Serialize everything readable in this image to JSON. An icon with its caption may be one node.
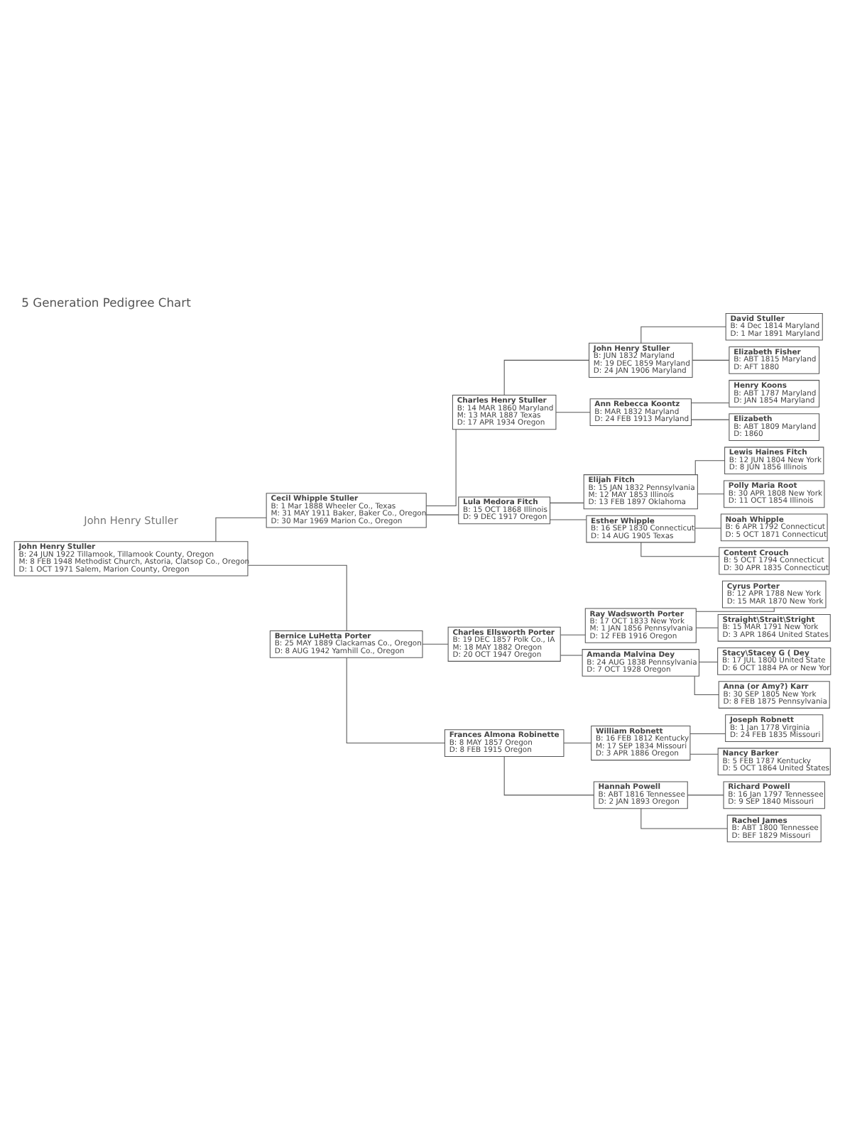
{
  "diagram": {
    "title": "5 Generation Pedigree Chart",
    "nodes": [
      {
        "text": [
          "John Henry Stuller",
          "B: 24 JUN 1922 Tillamook, Tillamook County, Oregon",
          "M: 8 FEB 1948 Methodist Church, Astoria, Clatsop Co., Oregon",
          "D: 1 OCT 1971 Salem, Marion County, Oregon"
        ]
      },
      {
        "text": [
          "Cecil Whipple Stuller",
          "B: 1 Mar 1888 Wheeler Co., Texas",
          "M: 31 MAY 1911 Baker, Baker Co., Oregon",
          "D: 30 Mar 1969 Marion Co., Oregon"
        ]
      },
      {
        "text": [
          "Bernice LuHetta Porter",
          "B: 25 MAY 1889 Clackamas Co., Oregon",
          "D: 8 AUG 1942 Yamhill Co., Oregon"
        ]
      },
      {
        "text": [
          "Charles Henry Stuller",
          "B: 14 MAR 1860 Maryland",
          "M: 13 MAR 1887 Texas",
          "D: 17 APR 1934 Oregon"
        ]
      },
      {
        "text": [
          "Lula Medora Fitch",
          "B: 15 OCT 1868 Illinois",
          "D: 9 DEC 1917 Oregon"
        ]
      },
      {
        "text": [
          "Charles Ellsworth Porter",
          "B: 19 DEC 1857 Polk Co., IA",
          "M: 18 MAY 1882 Oregon",
          "D: 20 OCT 1947 Oregon"
        ]
      },
      {
        "text": [
          "Frances Almona Robinette",
          "B: 8 MAY 1857 Oregon",
          "D: 8 FEB 1915 Oregon"
        ]
      },
      {
        "text": [
          "John Henry Stuller",
          "B: JUN 1832 Maryland",
          "M: 19 DEC 1859 Maryland",
          "D: 24 JAN 1906 Maryland"
        ]
      },
      {
        "text": [
          "Ann Rebecca Koontz",
          "B: MAR 1832 Maryland",
          "D: 24 FEB 1913 Maryland"
        ]
      },
      {
        "text": [
          "Elijah Fitch",
          "B: 15 JAN 1832 Pennsylvania",
          "M: 12 MAY 1853 Illinois",
          "D: 13 FEB 1897 Oklahoma"
        ]
      },
      {
        "text": [
          "Esther Whipple",
          "B: 16 SEP 1830 Connecticut",
          "D: 14 AUG 1905 Texas"
        ]
      },
      {
        "text": [
          "Ray Wadsworth Porter",
          "B: 17 OCT 1833 New York",
          "M: 1 JAN 1856 Pennsylvania",
          "D: 12 FEB 1916 Oregon"
        ]
      },
      {
        "text": [
          "Amanda Malvina Dey",
          "B: 24 AUG 1838 Pennsylvania",
          "D: 7 OCT 1928 Oregon"
        ]
      },
      {
        "text": [
          "William Robnett",
          "B: 16 FEB 1812 Kentucky",
          "M: 17 SEP 1834 Missouri",
          "D: 3 APR 1886 Oregon"
        ]
      },
      {
        "text": [
          "Hannah Powell",
          "B: ABT 1816 Tennessee",
          "D: 2 JAN 1893 Oregon"
        ]
      },
      {
        "text": [
          "David Stuller",
          "B: 4 Dec 1814 Maryland",
          "D: 1 Mar 1891 Maryland"
        ]
      },
      {
        "text": [
          "Elizabeth Fisher",
          "B: ABT 1815 Maryland",
          "D: AFT 1880"
        ]
      },
      {
        "text": [
          "Henry Koons",
          "B: ABT 1787 Maryland",
          "D: JAN 1854 Maryland"
        ]
      },
      {
        "text": [
          "Elizabeth",
          "B: ABT 1809 Maryland",
          "D: 1860"
        ]
      },
      {
        "text": [
          "Lewis Haines Fitch",
          "B: 12 JUN 1804 New York",
          "D: 8 JUN 1856 Illinois"
        ]
      },
      {
        "text": [
          "Polly Maria Root",
          "B: 30 APR 1808 New York",
          "D: 11 OCT 1854 Illinois"
        ]
      },
      {
        "text": [
          "Noah Whipple",
          "B: 6 APR 1792 Connecticut",
          "D: 5 OCT 1871 Connecticut"
        ]
      },
      {
        "text": [
          "Content Crouch",
          "B: 5 OCT 1794 Connecticut",
          "D: 30 APR 1835 Connecticut"
        ]
      },
      {
        "text": [
          "Cyrus Porter",
          "B: 12 APR 1788 New York",
          "D: 15 MAR 1870 New York"
        ]
      },
      {
        "text": [
          "Straight\\Strait\\Stright",
          "B: 15 MAR 1791 New York",
          "D: 3 APR 1864 United States"
        ]
      },
      {
        "text": [
          "Stacy\\Stacey G ( Dey",
          "B: 17 JUL 1800 United State",
          "D: 6 OCT 1884 PA or New Yor"
        ]
      },
      {
        "text": [
          "Anna (or Amy?) Karr",
          "B: 30 SEP 1805 New York",
          "D: 8 FEB 1875 Pennsylvania"
        ]
      },
      {
        "text": [
          "Joseph Robnett",
          "B: 1 Jan 1778 Virginia",
          "D: 24 FEB 1835 Missouri"
        ]
      },
      {
        "text": [
          "Nancy Barker",
          "B: 5 FEB 1787 Kentucky",
          "D: 5 OCT 1864 United States"
        ]
      },
      {
        "text": [
          "Richard Powell",
          "B: 16 Jan 1797 Tennessee",
          "D: 9 SEP 1840 Missouri"
        ]
      },
      {
        "text": [
          "Rachel James",
          "B: ABT 1800 Tennessee",
          "D: BEF 1829 Missouri"
        ]
      }
    ],
    "edges": [
      {
        "from": 0,
        "to": 1,
        "arrow": "none"
      },
      {
        "from": 0,
        "to": 2,
        "arrow": "none"
      },
      {
        "from": 1,
        "to": 3,
        "arrow": "none"
      },
      {
        "from": 1,
        "to": 4,
        "arrow": "none"
      },
      {
        "from": 2,
        "to": 5,
        "arrow": "none"
      },
      {
        "from": 2,
        "to": 6,
        "arrow": "none"
      },
      {
        "from": 3,
        "to": 7,
        "arrow": "none"
      },
      {
        "from": 3,
        "to": 8,
        "arrow": "none"
      },
      {
        "from": 4,
        "to": 9,
        "arrow": "none"
      },
      {
        "from": 4,
        "to": 10,
        "arrow": "none"
      },
      {
        "from": 5,
        "to": 11,
        "arrow": "none"
      },
      {
        "from": 5,
        "to": 12,
        "arrow": "none"
      },
      {
        "from": 6,
        "to": 13,
        "arrow": "none"
      },
      {
        "from": 6,
        "to": 14,
        "arrow": "none"
      },
      {
        "from": 7,
        "to": 15,
        "arrow": "none"
      },
      {
        "from": 7,
        "to": 16,
        "arrow": "none"
      },
      {
        "from": 8,
        "to": 17,
        "arrow": "none"
      },
      {
        "from": 8,
        "to": 18,
        "arrow": "none"
      },
      {
        "from": 9,
        "to": 19,
        "arrow": "none"
      },
      {
        "from": 9,
        "to": 20,
        "arrow": "none"
      },
      {
        "from": 10,
        "to": 21,
        "arrow": "none"
      },
      {
        "from": 10,
        "to": 22,
        "arrow": "none"
      },
      {
        "from": 11,
        "to": 23,
        "arrow": "none"
      },
      {
        "from": 11,
        "to": 24,
        "arrow": "none"
      },
      {
        "from": 12,
        "to": 25,
        "arrow": "none"
      },
      {
        "from": 12,
        "to": 26,
        "arrow": "none"
      },
      {
        "from": 13,
        "to": 27,
        "arrow": "none"
      },
      {
        "from": 13,
        "to": 28,
        "arrow": "none"
      },
      {
        "from": 14,
        "to": 29,
        "arrow": "none"
      },
      {
        "from": 14,
        "to": 30,
        "arrow": "none"
      }
    ],
    "labels": [
      "John Henry Stuller"
    ]
  }
}
